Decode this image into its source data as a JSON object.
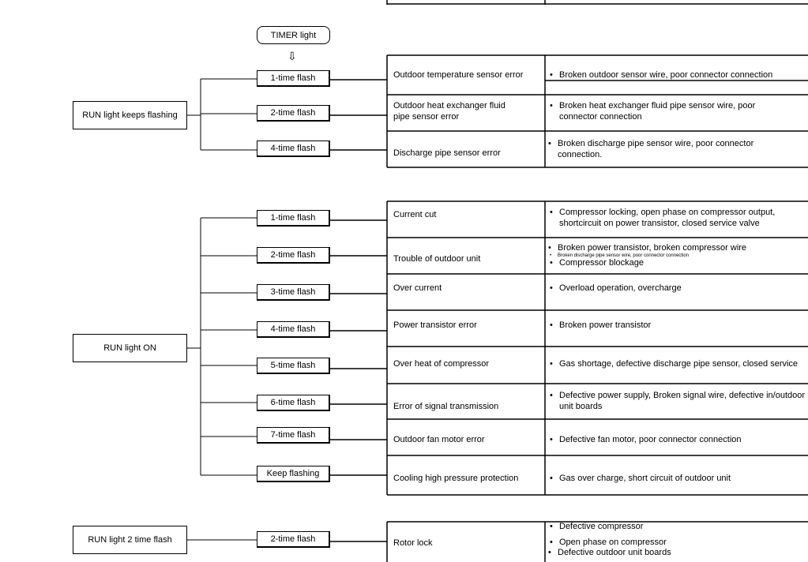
{
  "timer_label": "TIMER light",
  "group1": {
    "run_label": "RUN light keeps flashing",
    "rows": [
      {
        "flash": "1-time flash",
        "error": "Outdoor temperature sensor error",
        "causes": [
          "Broken outdoor sensor wire, poor connector connection"
        ]
      },
      {
        "flash": "2-time flash",
        "error": "Outdoor heat exchanger fluid pipe sensor error",
        "causes": [
          "Broken heat exchanger fluid pipe sensor wire, poor connector connection"
        ]
      },
      {
        "flash": "4-time flash",
        "error": "Discharge pipe sensor error",
        "causes": [
          "Broken discharge pipe sensor wire, poor connector connection."
        ]
      }
    ]
  },
  "group2": {
    "run_label": "RUN light ON",
    "rows": [
      {
        "flash": "1-time flash",
        "error": "Current cut",
        "causes": [
          "Compressor locking, open phase on compressor output, shortcircuit on power transistor, closed service valve"
        ]
      },
      {
        "flash": "2-time flash",
        "error": "Trouble of outdoor unit",
        "causes": [
          "Broken power transistor, broken compressor wire",
          "Broken discharge pipe sensor wire, poor connector connection",
          "Compressor blockage"
        ]
      },
      {
        "flash": "3-time flash",
        "error": "Over current",
        "causes": [
          "Overload operation, overcharge"
        ]
      },
      {
        "flash": "4-time flash",
        "error": "Power transistor error",
        "causes": [
          "Broken power transistor"
        ]
      },
      {
        "flash": "5-time flash",
        "error": "Over heat of compressor",
        "causes": [
          "Gas shortage, defective discharge pipe sensor, closed service"
        ]
      },
      {
        "flash": "6-time flash",
        "error": "Error of signal transmission",
        "causes": [
          "Defective power supply, Broken signal wire, defective in/outdoor unit boards"
        ]
      },
      {
        "flash": "7-time flash",
        "error": "Outdoor fan motor error",
        "causes": [
          "Defective fan motor, poor connector connection"
        ]
      },
      {
        "flash": "Keep flashing",
        "error": "Cooling high pressure protection",
        "causes": [
          "Gas over charge, short circuit of outdoor unit"
        ]
      }
    ]
  },
  "group3": {
    "run_label": "RUN light 2 time flash",
    "rows": [
      {
        "flash": "2-time flash",
        "error": "Rotor lock",
        "causes": [
          "Defective compressor",
          "Open phase on compressor",
          "Defective outdoor unit boards"
        ]
      }
    ]
  }
}
